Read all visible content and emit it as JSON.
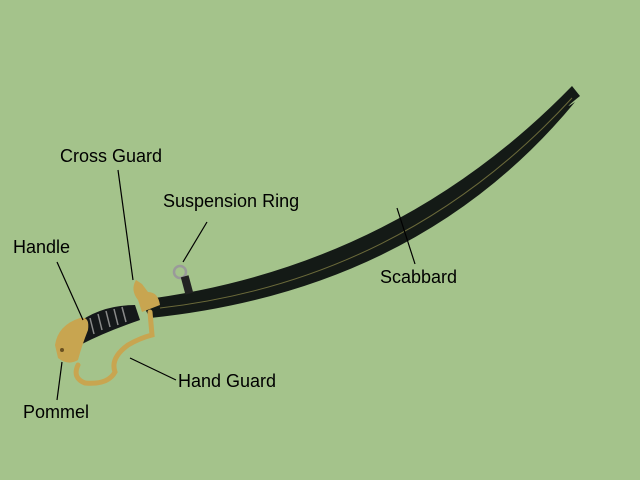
{
  "labels": {
    "cross_guard": "Cross Guard",
    "suspension_ring": "Suspension Ring",
    "handle": "Handle",
    "scabbard": "Scabbard",
    "hand_guard": "Hand Guard",
    "pommel": "Pommel"
  },
  "colors": {
    "background": "#a4c38b",
    "scabbard": "#141a16",
    "brass": "#c8a550"
  }
}
